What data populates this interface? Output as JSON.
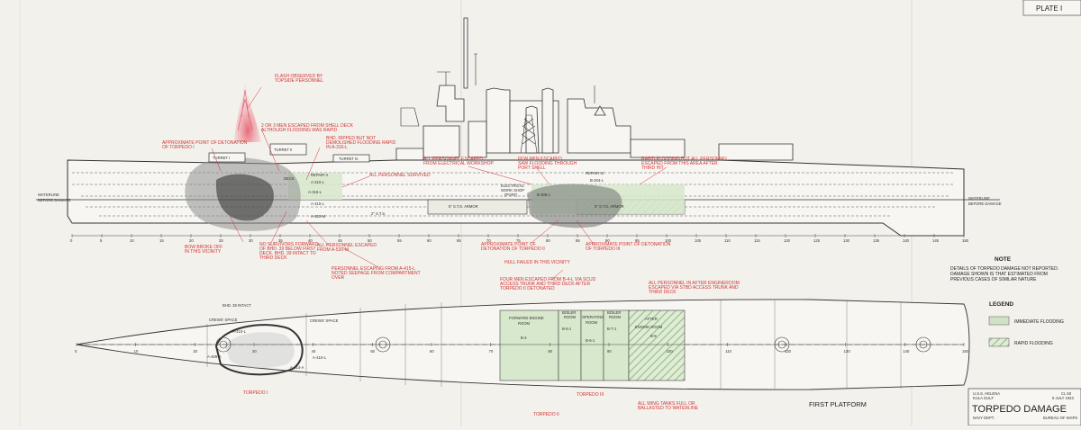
{
  "plate": "PLATE I",
  "title": "TORPEDO DAMAGE",
  "title_block": {
    "ship": "U.S.S. HELENA",
    "class": "CL 50",
    "place": "KULA GULF",
    "date": "6 JULY 1943",
    "left_footer": "NAVY DEPT.",
    "right_footer": "BUREAU OF SHIPS"
  },
  "profile_frames": [
    "0",
    "5",
    "10",
    "15",
    "20",
    "25",
    "30",
    "35",
    "40",
    "45",
    "50",
    "55",
    "60",
    "65",
    "70",
    "75",
    "80",
    "85",
    "90",
    "95",
    "100",
    "105",
    "110",
    "115",
    "120",
    "125",
    "130",
    "135",
    "140",
    "145",
    "150"
  ],
  "plan_frames": [
    "0",
    "10",
    "20",
    "30",
    "40",
    "50",
    "60",
    "70",
    "80",
    "90",
    "100",
    "110",
    "120",
    "130",
    "140",
    "150"
  ],
  "waterline_left": [
    "WATERLINE",
    "BEFORE DAMAGE"
  ],
  "waterline_right": [
    "WATERLINE",
    "BEFORE DAMAGE"
  ],
  "ship_labels": {
    "turret1": "TURRET I",
    "turret2": "TURRET II",
    "turret3": "TURRET III",
    "armor1": "5\" S.T.S. ARMOR",
    "armor2": "5\" S.T.S. ARMOR",
    "sts": "2\" S.T.S.",
    "repair2": "REPAIR II",
    "repair3": "REPAIR III",
    "elec": "ELECTRICAL",
    "elec2": "WORK SHOP",
    "port": "(PORT)",
    "c1": "A-210-L",
    "c2": "A-316-L",
    "c3": "A-415-L",
    "c4": "A-520-M",
    "c5": "B-306-L",
    "c6": "B-204-L",
    "turret1_deck": "DECK"
  },
  "annotations": {
    "flash": [
      "FLASH OBSERVED BY",
      "TOPSIDE PERSONNEL"
    ],
    "det1": [
      "APPROXIMATE POINT OF DETONATION",
      "OF TORPEDO I"
    ],
    "men2or3": [
      "2 OR 3 MEN ESCAPED FROM SHELL DECK",
      "ALTHOUGH FLOODING WAS RAPID"
    ],
    "bhd": [
      "BHD. RIPPED BUT NOT",
      "DEMOLISHED FLOODING RAPID",
      "IN A-316-L"
    ],
    "survived": "ALL PERSONNEL SURVIVED",
    "elecshop": [
      "ALL PERSONNEL ESCAPED",
      "FROM ELECTRICAL WORKSHOP"
    ],
    "fewmen": [
      "FEW MEN ESCAPED,",
      "SAW FLOODING THROUGH",
      "PORT SHELL"
    ],
    "rapid_after": [
      "RAPID FLOODING BUT ALL PERSONNEL",
      "ESCAPED FROM THIS AREA AFTER",
      "THIRD HIT"
    ],
    "bow": [
      "BOW BROKE OFF",
      "IN THIS VICINITY"
    ],
    "nosurvivors": [
      "NO SURVIVORS FORWARD",
      "OF BHD. 39 BELOW FIRST",
      "DECK. BHD. 39 INTACT TO",
      "THIRD DECK"
    ],
    "escaped520": [
      "ALL PERSONNEL ESCAPED",
      "FROM A-520-M"
    ],
    "det2": [
      "APPROXIMATE POINT OF",
      "DETONATION OF TORPEDO II"
    ],
    "det3": [
      "APPROXIMATE POINT OF DETONATION",
      "OF TORPEDO III"
    ],
    "hull": "HULL FAILED IN THIS VICINITY",
    "personnel415": [
      "PERSONNEL ESCAPING FROM A-415-L",
      "NOTED SEEPAGE FROM COMPARTMENT",
      "OVER"
    ],
    "fourmen": [
      "FOUR MEN ESCAPED FROM B-4-L VIA SCUD",
      "ACCESS TRUNK AND THIRD DECK AFTER",
      "TORPEDO II DETONATED"
    ],
    "afterengine": [
      "ALL PERSONNEL IN AFTER ENGINEROOM",
      "ESCAPED VIA STBD ACCESS TRUNK AND",
      "THIRD DECK"
    ],
    "bhd39": "BHD. 39 INTACT",
    "wingtanks": [
      "ALL WING TANKS FULL OR",
      "BALLASTED TO WATERLINE"
    ]
  },
  "plan_labels": {
    "crews1": "CREWS' SPACE",
    "crews2": "CREWS' SPACE",
    "a410": "A-410-L",
    "a408": "A-408-A",
    "a410b": "A-410-L",
    "a414": "A-414-A",
    "fwd_engine": [
      "FORWARD ENGINE",
      "ROOM"
    ],
    "fwd_engine_id": "B-4",
    "boiler1": [
      "BOILER",
      "ROOM"
    ],
    "boiler1_id": "B-5-1",
    "operating": [
      "OPERATING",
      "ROOM"
    ],
    "operating_id": "B-6-1",
    "boiler2": [
      "BOILER",
      "ROOM"
    ],
    "boiler2_id": "B-7-1",
    "after_engine": [
      "AFTER",
      "ENGINE ROOM"
    ],
    "after_engine_id": "B-8",
    "t1": "TORPEDO I",
    "t2": "TORPEDO II",
    "t3": "TORPEDO III",
    "first_platform": "FIRST PLATFORM"
  },
  "note": {
    "heading": "NOTE",
    "lines": [
      "DETAILS OF TORPEDO DAMAGE NOT REPORTED.",
      "DAMAGE SHOWN IS THAT ESTIMATED FROM",
      "PREVIOUS CASES OF SIMILAR NATURE"
    ]
  },
  "legend": {
    "heading": "LEGEND",
    "items": [
      {
        "label": "IMMEDIATE FLOODING",
        "color": "#cfe3c4",
        "pattern": "solid"
      },
      {
        "label": "RAPID FLOODING",
        "color": "#cfe3c4",
        "pattern": "hatch"
      }
    ]
  },
  "colors": {
    "paper": "#f3f1ec",
    "ink": "#3a3a3a",
    "annotation": "#d03434",
    "flooding": "#cfe3c4"
  }
}
